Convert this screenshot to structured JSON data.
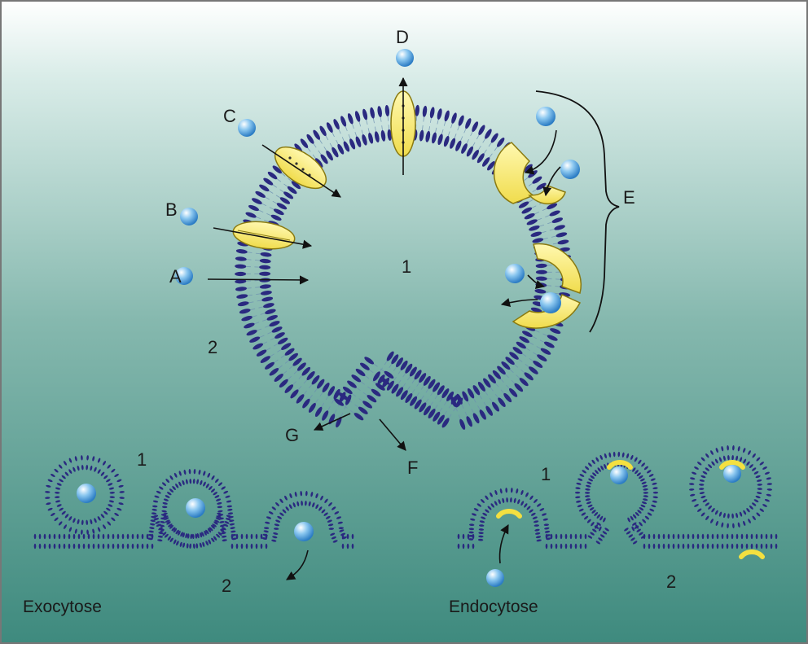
{
  "labels": {
    "a": "A",
    "b": "B",
    "c": "C",
    "d": "D",
    "e": "E",
    "f": "F",
    "g": "G",
    "inside_main": "1",
    "outside_main": "2",
    "exo_inside": "1",
    "exo_outside": "2",
    "endo_inside": "1",
    "endo_outside": "2"
  },
  "captions": {
    "exocytose": "Exocytose",
    "endocytose": "Endocytose"
  },
  "colors": {
    "background_top": "#ffffff",
    "background_bottom": "#3e8a7e",
    "lipid_head": "#2a2980",
    "protein": "#f4e46a",
    "molecule": "#5aa9e0"
  }
}
